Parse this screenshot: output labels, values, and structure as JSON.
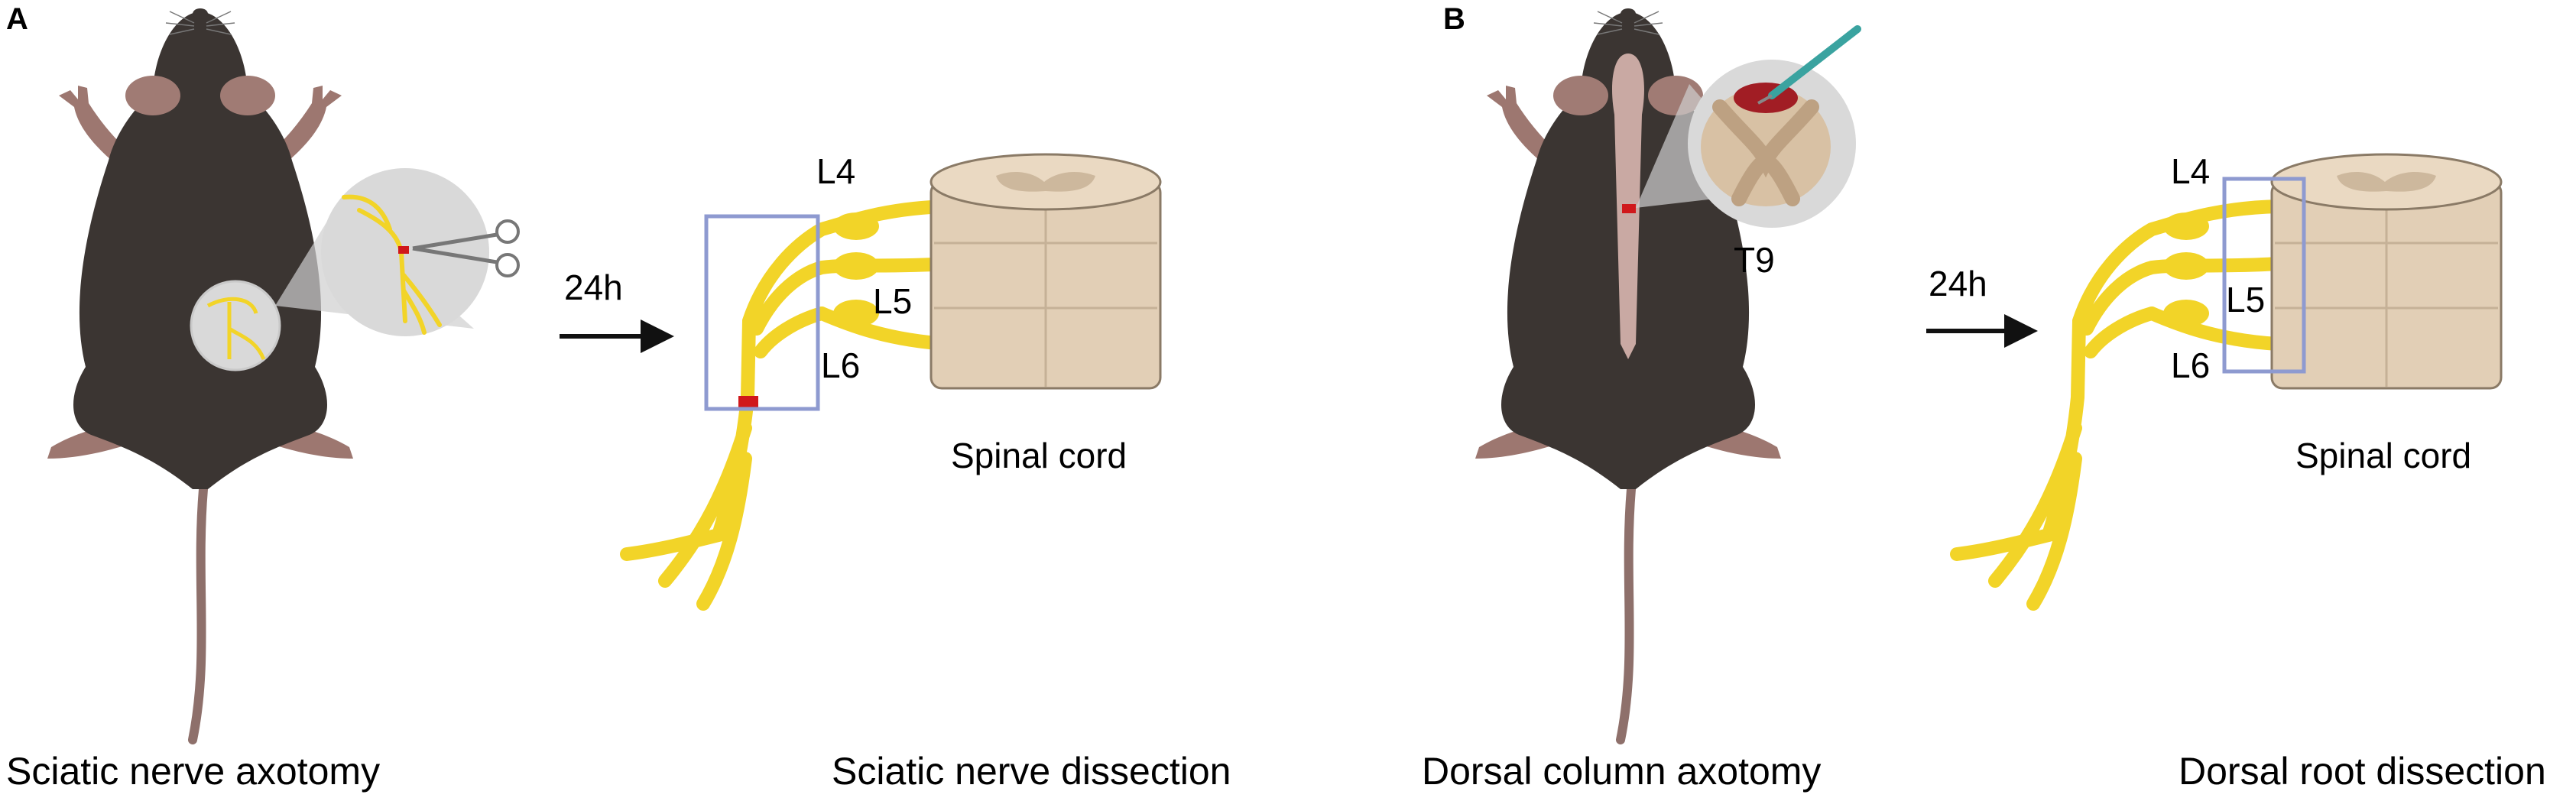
{
  "panels": [
    {
      "letter": "A",
      "arrow_label": "24h",
      "levels": [
        "L4",
        "L5",
        "L6"
      ],
      "organ_label": "Spinal cord",
      "left_caption": "Sciatic nerve axotomy",
      "right_caption": "Sciatic nerve dissection"
    },
    {
      "letter": "B",
      "injury_level": "T9",
      "arrow_label": "24h",
      "levels": [
        "L4",
        "L5",
        "L6"
      ],
      "organ_label": "Spinal cord",
      "left_caption": "Dorsal column axotomy",
      "right_caption": "Dorsal root dissection"
    }
  ],
  "colors": {
    "mouse_body": "#3b3532",
    "mouse_ears": "#a07b74",
    "tail": "#8e706b",
    "nerve": "#f2d428",
    "nerve_outline": "#b79b10",
    "spinal_cord": "#e2cfb6",
    "spinal_cord_outline": "#8a7a66",
    "dissection_box": "#8e9ad0",
    "lesion": "#d0181b",
    "zoom_bubble": "#d9d9d9"
  },
  "icons": [
    "mouse-icon",
    "scissors-icon",
    "needle-icon",
    "arrow-right-icon",
    "spinal-cord-icon",
    "nerve-icon"
  ]
}
